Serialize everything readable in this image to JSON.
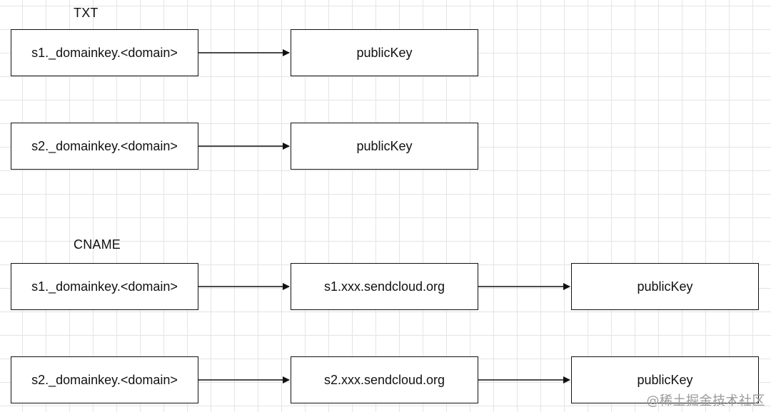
{
  "sections": [
    {
      "label": "TXT",
      "rows": [
        {
          "nodes": [
            "s1._domainkey.<domain>",
            "publicKey"
          ]
        },
        {
          "nodes": [
            "s2._domainkey.<domain>",
            "publicKey"
          ]
        }
      ]
    },
    {
      "label": "CNAME",
      "rows": [
        {
          "nodes": [
            "s1._domainkey.<domain>",
            "s1.xxx.sendcloud.org",
            "publicKey"
          ]
        },
        {
          "nodes": [
            "s2._domainkey.<domain>",
            "s2.xxx.sendcloud.org",
            "publicKey"
          ]
        }
      ]
    }
  ],
  "watermark": "@稀土掘金技术社区",
  "colors": {
    "stroke": "#111111",
    "grid": "#e4e4e4",
    "background": "#ffffff",
    "watermark": "#9a9a9a"
  }
}
